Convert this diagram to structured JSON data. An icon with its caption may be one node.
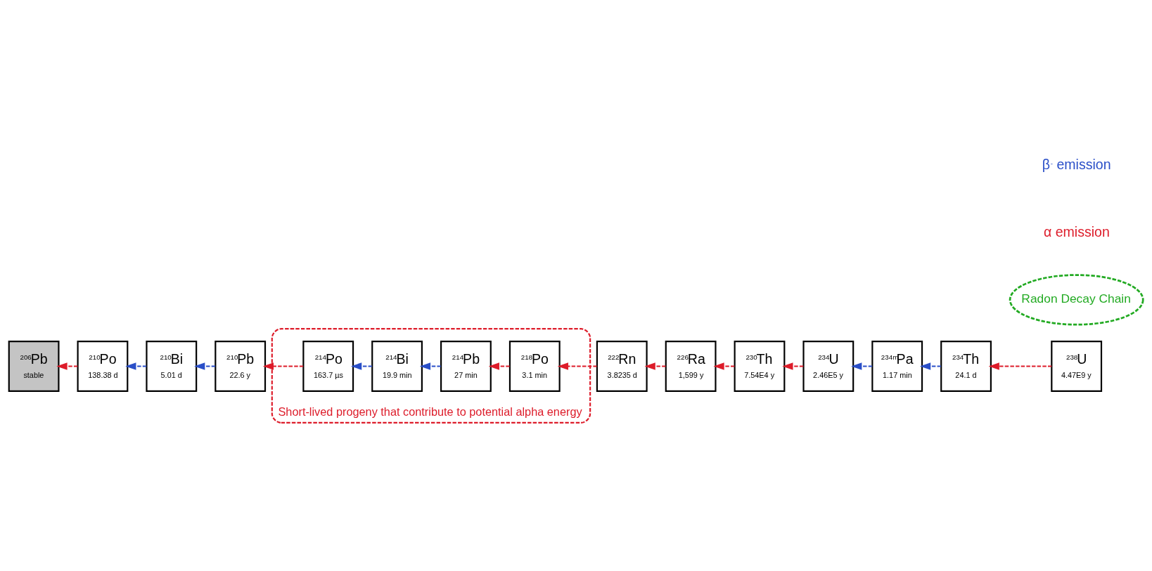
{
  "diagram": {
    "nodes": [
      {
        "text": [
          "$^{238}$U",
          "4.47E9 y"
        ]
      },
      {
        "text": [
          "$^{234}$Th",
          "24.1 d"
        ]
      },
      {
        "text": [
          "$^{234m}$Pa",
          "1.17 min"
        ]
      },
      {
        "text": [
          "$^{234}$U",
          "2.46E5 y"
        ]
      },
      {
        "text": [
          "$^{230}$Th",
          "7.54E4 y"
        ]
      },
      {
        "text": [
          "$^{226}$Ra",
          "1,599 y"
        ]
      },
      {
        "text": [
          "$^{222}$Rn",
          "3.8235 d"
        ]
      },
      {
        "text": [
          "Radon Decay Chain"
        ]
      },
      {
        "text": [
          "Short-lived progeny that contribute to potential alpha energy"
        ]
      },
      {
        "text": [
          "$^{218}$Po",
          "3.1 min"
        ],
        "in": 8
      },
      {
        "text": [
          "$^{214}$Pb",
          "27 min"
        ],
        "in": 8
      },
      {
        "text": [
          "$^{214}$Bi",
          "19.9 min"
        ],
        "in": 8
      },
      {
        "text": [
          "$^{214}$Po",
          "163.7 µs"
        ],
        "in": 8
      },
      {
        "text": [
          "$^{210}$Pb",
          "22.6 y"
        ]
      },
      {
        "text": [
          "$^{210}$Bi",
          "5.01 d"
        ]
      },
      {
        "text": [
          "$^{210}$Po",
          "138.38 d"
        ]
      },
      {
        "text": [
          "$^{206}$Pb",
          "stable"
        ]
      }
    ],
    "edges": [
      {
        "from": 0,
        "to": 1,
        "arrow": "to",
        "style": "dashed",
        "color": "#dd1c2a"
      },
      {
        "from": 1,
        "to": 2,
        "arrow": "to",
        "style": "dashed",
        "color": "#2a4fc8"
      },
      {
        "from": 2,
        "to": 3,
        "arrow": "to",
        "style": "dashed",
        "color": "#2a4fc8"
      },
      {
        "from": 3,
        "to": 4,
        "arrow": "to",
        "style": "dashed",
        "color": "#dd1c2a"
      },
      {
        "from": 4,
        "to": 5,
        "arrow": "to",
        "style": "dashed",
        "color": "#dd1c2a"
      },
      {
        "from": 5,
        "to": 6,
        "arrow": "to",
        "style": "dashed",
        "color": "#dd1c2a"
      },
      {
        "from": 6,
        "to": 9,
        "arrow": "to",
        "style": "dashed",
        "color": "#dd1c2a"
      },
      {
        "from": 9,
        "to": 10,
        "arrow": "to",
        "style": "dashed",
        "color": "#dd1c2a"
      },
      {
        "from": 10,
        "to": 11,
        "arrow": "to",
        "style": "dashed",
        "color": "#2a4fc8"
      },
      {
        "from": 11,
        "to": 12,
        "arrow": "to",
        "style": "dashed",
        "color": "#2a4fc8"
      },
      {
        "from": 12,
        "to": 13,
        "arrow": "to",
        "style": "dashed",
        "color": "#dd1c2a"
      },
      {
        "from": 13,
        "to": 14,
        "arrow": "to",
        "style": "dashed",
        "color": "#2a4fc8"
      },
      {
        "from": 14,
        "to": 15,
        "arrow": "to",
        "style": "dashed",
        "color": "#2a4fc8"
      },
      {
        "from": 15,
        "to": 16,
        "arrow": "to",
        "style": "dashed",
        "color": "#dd1c2a"
      }
    ],
    "legend": [
      {
        "text": "β$^{-}$ emission"
      },
      {
        "text": "α emission"
      }
    ]
  }
}
